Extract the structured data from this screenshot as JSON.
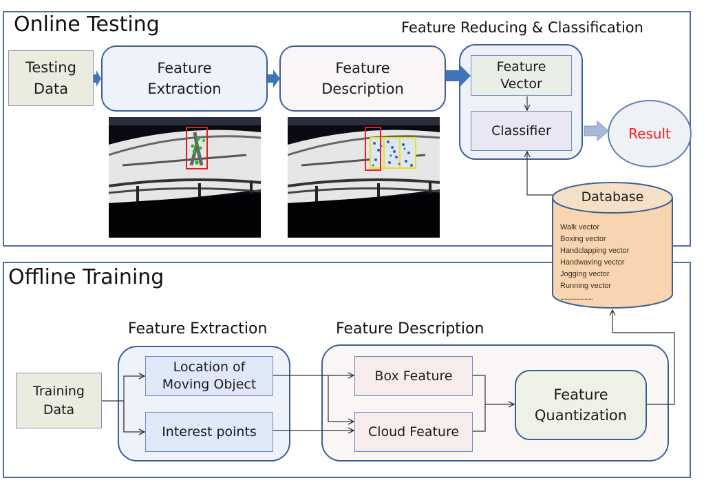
{
  "online": {
    "title": "Online Testing",
    "reduce_title": "Feature Reducing & Classification",
    "testing_data": [
      "Testing",
      "Data"
    ],
    "feature_extraction": [
      "Feature",
      "Extraction"
    ],
    "feature_description": [
      "Feature",
      "Description"
    ],
    "feature_vector": [
      "Feature",
      "Vector"
    ],
    "classifier": "Classifier",
    "result": "Result",
    "images": [
      "feature-extraction-frame",
      "feature-description-frame"
    ]
  },
  "database": {
    "title": "Database",
    "entries": [
      "Walk vector",
      "Boxing vector",
      "Handclapping vector",
      "Handwaving  vector",
      "Jogging  vector",
      "Running vector",
      "......................."
    ]
  },
  "offline": {
    "title": "Offline Training",
    "extraction_title": "Feature Extraction",
    "description_title": "Feature Description",
    "training_data": [
      "Training",
      "Data"
    ],
    "location": [
      "Location of",
      "Moving Object"
    ],
    "interest_points": "Interest points",
    "box_feature": "Box Feature",
    "cloud_feature": "Cloud Feature",
    "quantization": [
      "Feature",
      "Quantization"
    ]
  },
  "colors": {
    "panel_border": "#4e6d9e",
    "box_border": "#3b5f96",
    "data_fill": "#ecebe0",
    "extraction_fill": "#eef2fa",
    "description_fill": "#faf6f6",
    "vector_fill": "#e9efe6",
    "classifier_fill": "#e9e7f3",
    "result_text": "#ff1a1a",
    "database_fill": "#f8d5b0",
    "arrow_fill": "#3f74b8"
  }
}
